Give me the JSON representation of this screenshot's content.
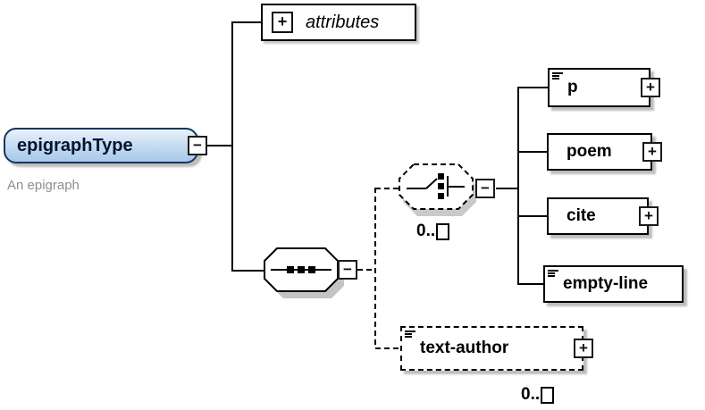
{
  "root": {
    "label": "epigraphType",
    "annotation": "An epigraph",
    "collapse_glyph": "−"
  },
  "attributes_box": {
    "label": "attributes",
    "expand_glyph": "+"
  },
  "sequence": {
    "type": "sequence-compositor",
    "collapse_glyph": "−"
  },
  "choice": {
    "type": "choice-compositor",
    "collapse_glyph": "−",
    "occurrence_prefix": "0..",
    "occurrence_symbol": "unbounded"
  },
  "elements": [
    {
      "label": "p",
      "expand_glyph": "+"
    },
    {
      "label": "poem",
      "expand_glyph": "+"
    },
    {
      "label": "cite",
      "expand_glyph": "+"
    },
    {
      "label": "empty-line"
    }
  ],
  "text_author": {
    "label": "text-author",
    "expand_glyph": "+",
    "occurrence_prefix": "0..",
    "occurrence_symbol": "unbounded"
  },
  "colors": {
    "root_fill": "#c9def2",
    "root_border": "#15365f",
    "line": "#000000",
    "annotation_text": "#8f8f8f",
    "shadow": "#bdbdbd",
    "background": "#ffffff"
  }
}
